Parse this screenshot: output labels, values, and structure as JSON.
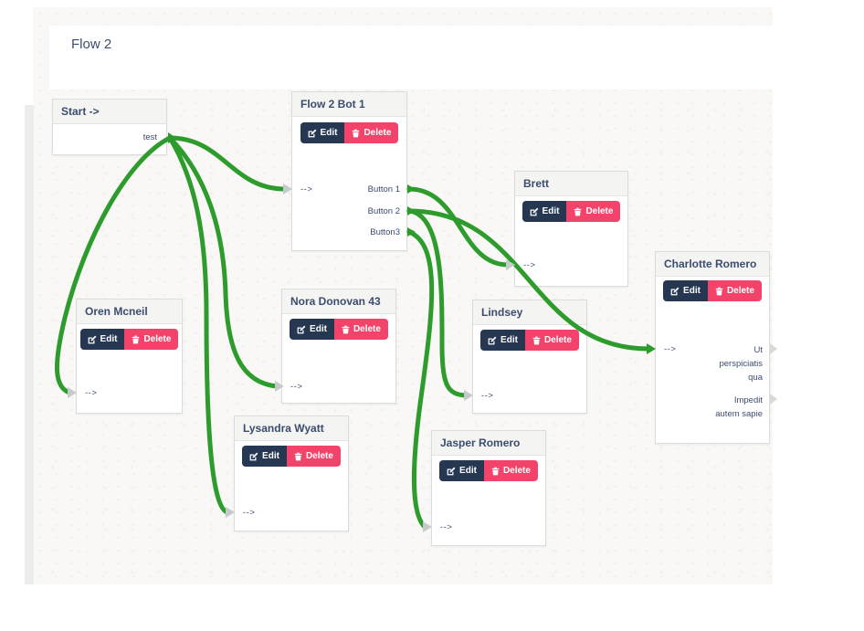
{
  "page": {
    "title": "Flow 2"
  },
  "colors": {
    "connection_green": "#2d9c2d",
    "edit_button_navy": "#253751",
    "delete_button_pink": "#f4436b",
    "node_title_navy": "#3b4d6e",
    "canvas_bg": "#f9f8f6",
    "port_gray": "#c7cacd"
  },
  "buttons": {
    "edit": "Edit",
    "delete": "Delete"
  },
  "ports": {
    "input_label": "-->"
  },
  "nodes": {
    "start": {
      "title": "Start ->",
      "outputs": [
        "test"
      ]
    },
    "bot": {
      "title": "Flow 2 Bot 1",
      "input": "-->",
      "outputs": [
        "Button 1",
        "Button 2",
        "Button3"
      ]
    },
    "brett": {
      "title": "Brett",
      "input": "-->"
    },
    "charlotte": {
      "title": "Charlotte Romero",
      "input": "-->",
      "outputs": [
        "Ut perspiciatis qua",
        "Impedit autem sapie"
      ]
    },
    "oren": {
      "title": "Oren Mcneil",
      "input": "-->"
    },
    "nora": {
      "title": "Nora Donovan 43",
      "input": "-->"
    },
    "lindsey": {
      "title": "Lindsey",
      "input": "-->"
    },
    "lysandra": {
      "title": "Lysandra Wyatt",
      "input": "-->"
    },
    "jasper": {
      "title": "Jasper Romero",
      "input": "-->"
    }
  },
  "connections": [
    {
      "from_node": "Start ->",
      "from_port": "test",
      "to_node": "Flow 2 Bot 1"
    },
    {
      "from_node": "Start ->",
      "from_port": "test",
      "to_node": "Oren Mcneil"
    },
    {
      "from_node": "Start ->",
      "from_port": "test",
      "to_node": "Nora Donovan 43"
    },
    {
      "from_node": "Start ->",
      "from_port": "test",
      "to_node": "Lysandra Wyatt"
    },
    {
      "from_node": "Flow 2 Bot 1",
      "from_port": "Button 1",
      "to_node": "Brett"
    },
    {
      "from_node": "Flow 2 Bot 1",
      "from_port": "Button 2",
      "to_node": "Charlotte Romero"
    },
    {
      "from_node": "Flow 2 Bot 1",
      "from_port": "Button 2",
      "to_node": "Lindsey"
    },
    {
      "from_node": "Flow 2 Bot 1",
      "from_port": "Button3",
      "to_node": "Jasper Romero"
    }
  ]
}
